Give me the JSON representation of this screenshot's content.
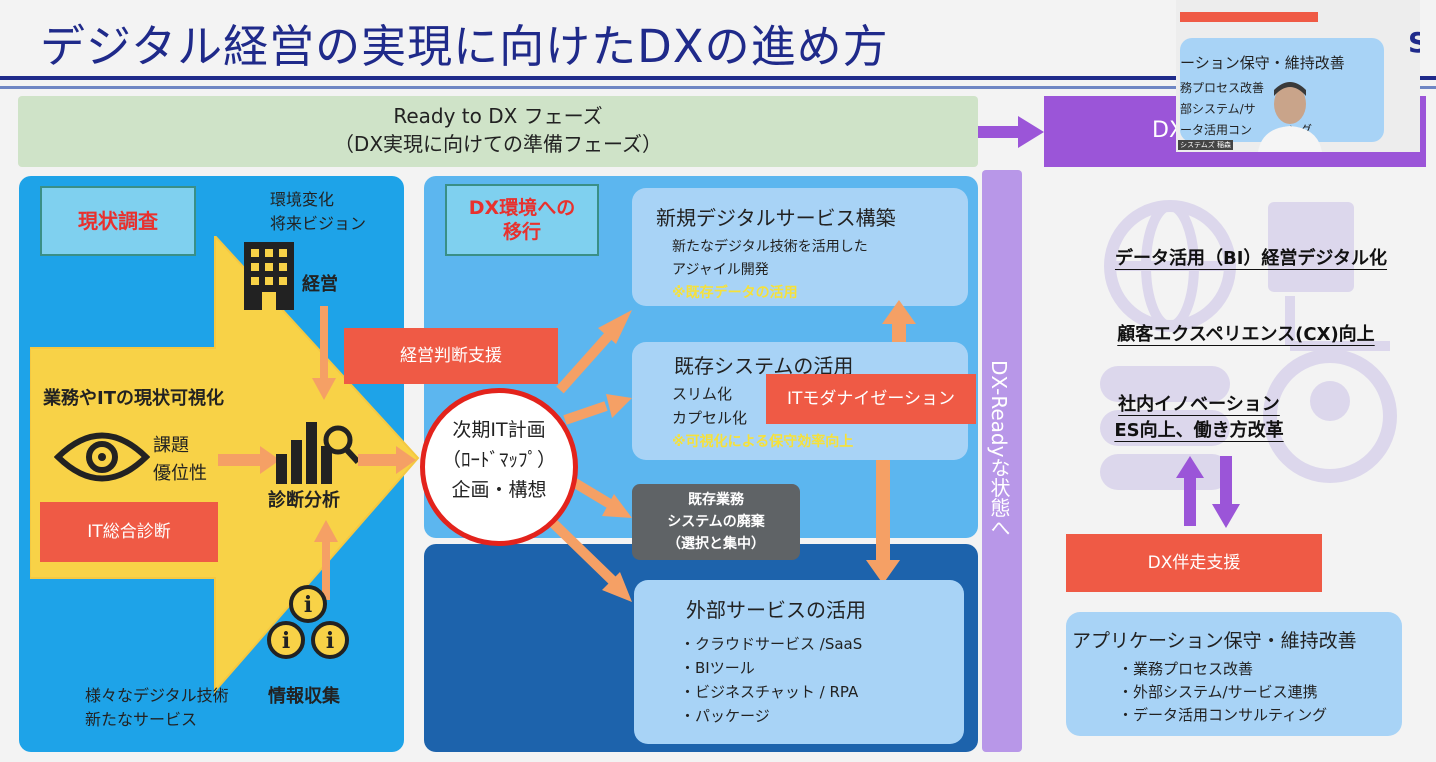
{
  "slide_title": "デジタル経営の実現に向けたDXの進め方",
  "ready": {
    "line1": "Ready to DX フェーズ",
    "line2": "（DX実現に向けての準備フェーズ）"
  },
  "left": {
    "title": "現状調査",
    "env": [
      "環境変化",
      "将来ビジョン"
    ],
    "mgmt": "経営",
    "visual": "業務やITの現状可視化",
    "issues": [
      "課題",
      "優位性"
    ],
    "diag": "診断分析",
    "it_diag": "IT総合診断",
    "collect": "情報収集",
    "tech": [
      "様々なデジタル技術",
      "新たなサービス"
    ]
  },
  "mid": {
    "title": [
      "DX環境への",
      "移行"
    ],
    "judge": "経営判断支援",
    "plan": [
      "次期IT計画",
      "（ﾛｰﾄﾞﾏｯﾌﾟ）",
      "企画・構想"
    ],
    "new_svc": {
      "title": "新規デジタルサービス構築",
      "lines": [
        "新たなデジタル技術を活用した",
        "アジャイル開発"
      ],
      "note": "※既存データの活用"
    },
    "existing": {
      "title": "既存システムの活用",
      "lines": [
        "スリム化",
        "カプセル化"
      ],
      "note": "※可視化による保守効率向上"
    },
    "itmod": "ITモダナイゼーション",
    "retire": [
      "既存業務",
      "システムの廃棄",
      "（選択と集中）"
    ],
    "external": {
      "title": "外部サービスの活用",
      "items": [
        "・クラウドサービス /SaaS",
        "・BIツール",
        "・ビジネスチャット / RPA",
        "・パッケージ"
      ]
    }
  },
  "dx_ready": "DX-Readyな状態へ",
  "right": {
    "dx_label": "DX",
    "bi": "データ活用（BI）経営デジタル化",
    "cx": "顧客エクスペリエンス(CX)向上",
    "innov": [
      "社内イノベーション",
      "ES向上、働き方改革"
    ],
    "support": "DX伴走支援",
    "app": {
      "title": "アプリケーション保守・維持改善",
      "items": [
        "・業務プロセス改善",
        "・外部システム/サービス連携",
        "・データ活用コンサルティング"
      ]
    }
  },
  "pip": {
    "logo": "S",
    "lines": [
      "ーション保守・維持改善",
      "務プロセス改善",
      "部システム/サ　　連携",
      "ータ活用コン　　ィング"
    ],
    "caption": "システムズ 稲森"
  },
  "colors": {
    "title_blue": "#1f2a8a",
    "left_panel": "#1ea3e8",
    "mid_panel": "#5cb6ef",
    "dark_panel": "#1d63ac",
    "purple": "#9b55d8",
    "orange_arrow": "#f5a065",
    "red_box": "#ef5a45"
  }
}
